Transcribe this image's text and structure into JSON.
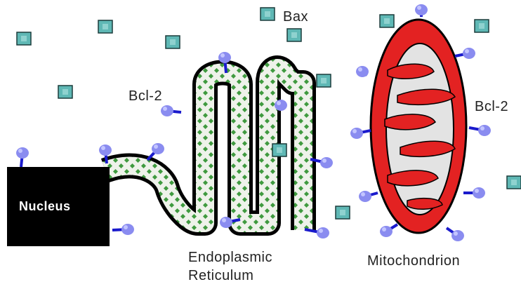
{
  "labels": {
    "nucleus": "Nucleus",
    "bax": "Bax",
    "bcl2_left": "Bcl-2",
    "bcl2_right": "Bcl-2",
    "er_line1": "Endoplasmic",
    "er_line2": "Reticulum",
    "mitochondrion": "Mitochondrion"
  },
  "colors": {
    "bax_fill": "#5fb8b5",
    "bax_center": "#8fd2cf",
    "bcl2_head": "#8a8cf0",
    "bcl2_stem": "#1a1acc",
    "er_speckle": "#3f9a3f",
    "er_fill": "#eef2ea",
    "mito_red": "#e32222",
    "mito_inner": "#e3e3e3",
    "nucleus": "#000000"
  },
  "icons": {
    "bax": "teal-square-icon",
    "bcl2": "blue-ball-on-stem-icon"
  }
}
